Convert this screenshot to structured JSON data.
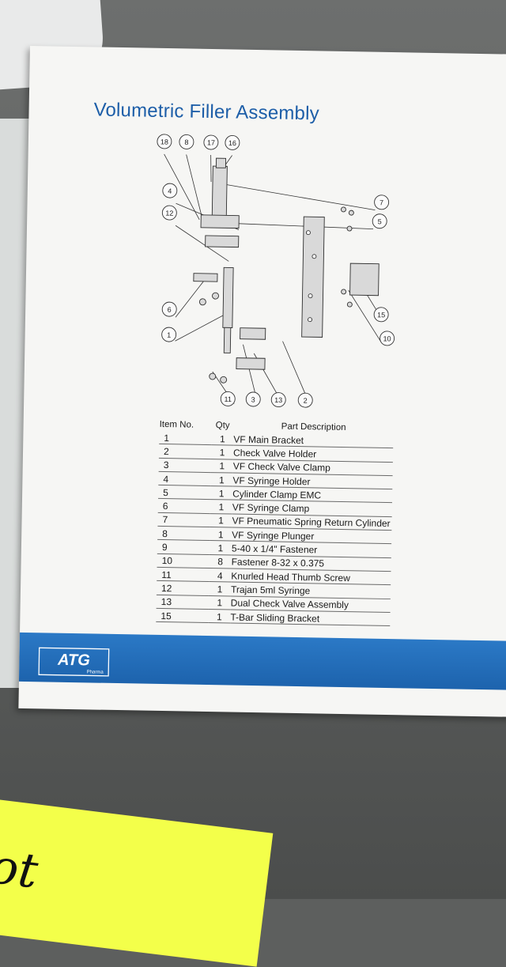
{
  "title": "Volumetric Filler Assembly",
  "callouts": [
    "18",
    "8",
    "17",
    "16",
    "4",
    "7",
    "5",
    "12",
    "6",
    "15",
    "1",
    "10",
    "11",
    "3",
    "13",
    "2"
  ],
  "table": {
    "headers": [
      "Item No.",
      "Qty",
      "Part Description"
    ],
    "rows": [
      [
        "1",
        "1",
        "VF Main Bracket"
      ],
      [
        "2",
        "1",
        "Check Valve Holder"
      ],
      [
        "3",
        "1",
        "VF Check Valve Clamp"
      ],
      [
        "4",
        "1",
        "VF Syringe Holder"
      ],
      [
        "5",
        "1",
        "Cylinder Clamp EMC"
      ],
      [
        "6",
        "1",
        "VF Syringe Clamp"
      ],
      [
        "7",
        "1",
        "VF Pneumatic Spring Return Cylinder"
      ],
      [
        "8",
        "1",
        "VF Syringe Plunger"
      ],
      [
        "9",
        "1",
        "5-40 x 1/4\" Fastener"
      ],
      [
        "10",
        "8",
        "Fastener 8-32 x 0.375"
      ],
      [
        "11",
        "4",
        "Knurled Head Thumb Screw"
      ],
      [
        "12",
        "1",
        "Trajan 5ml Syringe"
      ],
      [
        "13",
        "1",
        "Dual Check Valve Assembly"
      ],
      [
        "15",
        "1",
        "T-Bar Sliding Bracket"
      ]
    ]
  },
  "footer": {
    "logo_main": "ATG",
    "logo_sub": "Pharma"
  },
  "sticky_note": "ot",
  "colors": {
    "title": "#1d5ea8",
    "band": "#2270b9",
    "sticky": "#f3ff4a"
  }
}
